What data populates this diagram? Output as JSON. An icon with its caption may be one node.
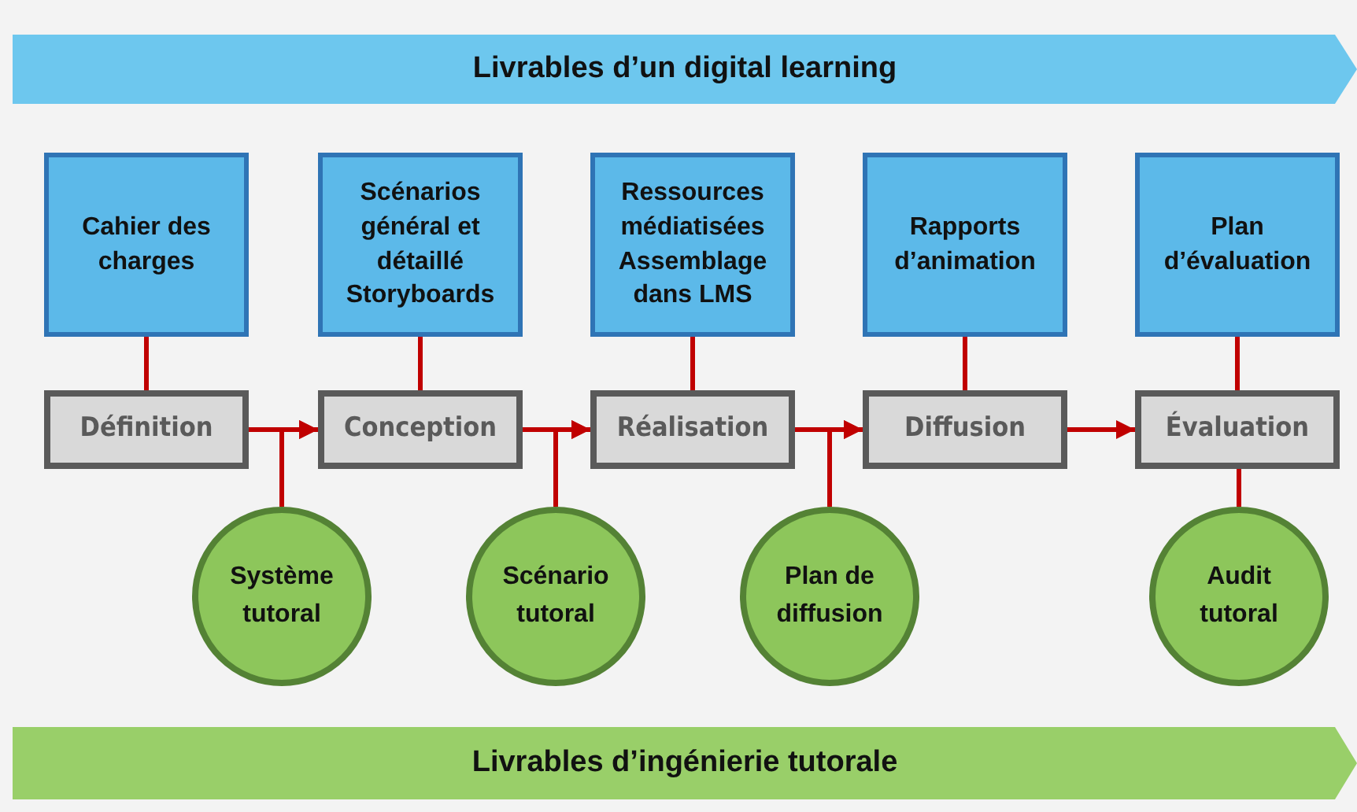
{
  "diagram": {
    "nodes": [
      {
        "text": [
          "Livrables d’un digital learning"
        ]
      },
      {
        "text": [
          "Cahier des charges"
        ]
      },
      {
        "text": [
          "Scénarios général et détaillé Storyboards"
        ]
      },
      {
        "text": [
          "Ressources médiatisées Assemblage dans LMS"
        ]
      },
      {
        "text": [
          "Rapports d’animation"
        ]
      },
      {
        "text": [
          "Plan d’évaluation"
        ]
      },
      {
        "text": [
          "Définition"
        ]
      },
      {
        "text": [
          "Conception"
        ]
      },
      {
        "text": [
          "Réalisation"
        ]
      },
      {
        "text": [
          "Diffusion"
        ]
      },
      {
        "text": [
          "Évaluation"
        ]
      },
      {
        "text": [
          "Système tutoral"
        ]
      },
      {
        "text": [
          "Scénario tutoral"
        ]
      },
      {
        "text": [
          "Plan de diffusion"
        ]
      },
      {
        "text": [
          "Audit tutoral"
        ]
      },
      {
        "text": [
          "Livrables d’ingénierie tutorale"
        ]
      }
    ],
    "edges": [
      {
        "from": 1,
        "to": 6,
        "arrow": "none"
      },
      {
        "from": 2,
        "to": 7,
        "arrow": "none"
      },
      {
        "from": 3,
        "to": 8,
        "arrow": "none"
      },
      {
        "from": 4,
        "to": 9,
        "arrow": "none"
      },
      {
        "from": 5,
        "to": 10,
        "arrow": "none"
      },
      {
        "from": 6,
        "to": 7,
        "arrow": "to"
      },
      {
        "from": 7,
        "to": 8,
        "arrow": "to"
      },
      {
        "from": 8,
        "to": 9,
        "arrow": "to"
      },
      {
        "from": 9,
        "to": 10,
        "arrow": "to"
      },
      {
        "from": 11,
        "to": 7,
        "arrow": "to"
      },
      {
        "from": 12,
        "to": 8,
        "arrow": "to"
      },
      {
        "from": 13,
        "to": 9,
        "arrow": "to"
      },
      {
        "from": 14,
        "to": 10,
        "arrow": "none"
      }
    ]
  }
}
